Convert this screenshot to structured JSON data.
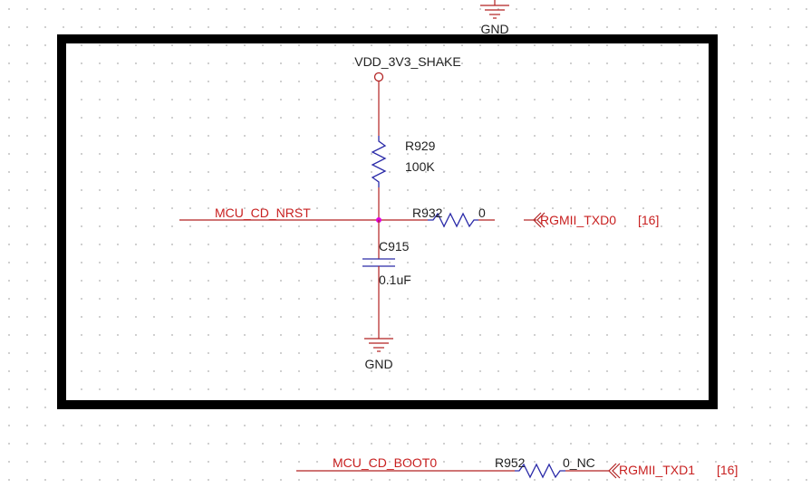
{
  "power": {
    "vdd_label": "VDD_3V3_SHAKE"
  },
  "ground": {
    "top_label": "GND",
    "main_label": "GND"
  },
  "r929": {
    "ref": "R929",
    "value": "100K"
  },
  "r932": {
    "ref": "R932",
    "value": "0"
  },
  "c915": {
    "ref": "C915",
    "value": "0.1uF"
  },
  "r952": {
    "ref": "R952",
    "value": "0_NC"
  },
  "nets": {
    "mcu_cd_nrst": "MCU_CD_NRST",
    "rgmii_txd0": "RGMII_TXD0",
    "rgmii_txd0_ref": "[16]",
    "mcu_cd_boot0": "MCU_CD_BOOT0",
    "rgmii_txd1": "RGMII_TXD1",
    "rgmii_txd1_ref": "[16]"
  },
  "colors": {
    "wire": "#b22222",
    "component": "#2a2aa8",
    "junction": "#e000e0",
    "frame": "#000000",
    "text_blue": "#1a1a9a",
    "text_red": "#c82020"
  }
}
